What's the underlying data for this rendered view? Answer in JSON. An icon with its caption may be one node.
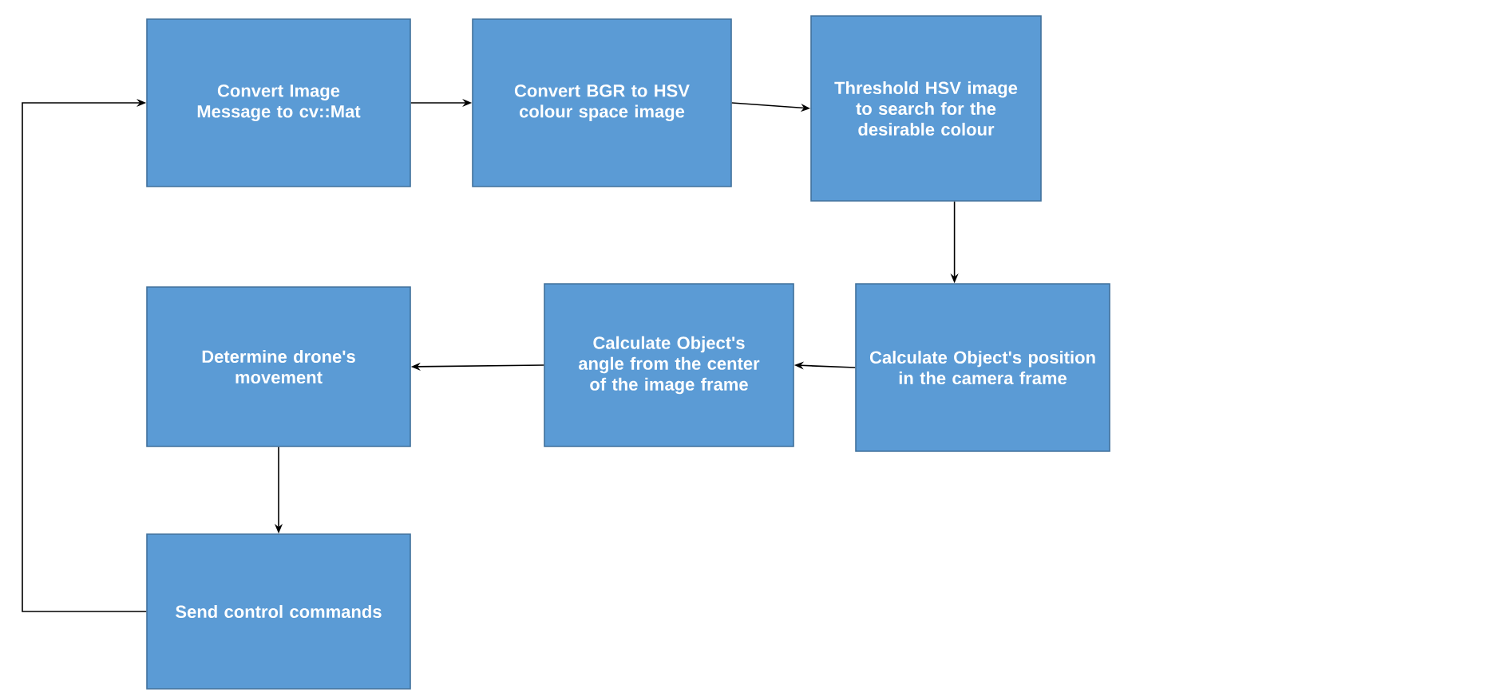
{
  "diagram": {
    "nodes": [
      {
        "text": [
          "Convert Image Message to cv::Mat"
        ]
      },
      {
        "text": [
          "Convert BGR to HSV colour space image"
        ]
      },
      {
        "text": [
          "Threshold HSV image to search for the desirable colour"
        ]
      },
      {
        "text": [
          "Calculate Object's position in the camera frame"
        ]
      },
      {
        "text": [
          "Calculate Object's angle from the center of the image frame"
        ]
      },
      {
        "text": [
          "Determine drone's movement"
        ]
      },
      {
        "text": [
          "Send control commands"
        ]
      }
    ],
    "edges": [
      {
        "from": 0,
        "to": 1,
        "arrow": "to"
      },
      {
        "from": 1,
        "to": 2,
        "arrow": "to"
      },
      {
        "from": 2,
        "to": 3,
        "arrow": "to"
      },
      {
        "from": 3,
        "to": 4,
        "arrow": "to"
      },
      {
        "from": 4,
        "to": 5,
        "arrow": "to"
      },
      {
        "from": 5,
        "to": 6,
        "arrow": "to"
      },
      {
        "from": 6,
        "to": 0,
        "arrow": "to"
      }
    ]
  }
}
